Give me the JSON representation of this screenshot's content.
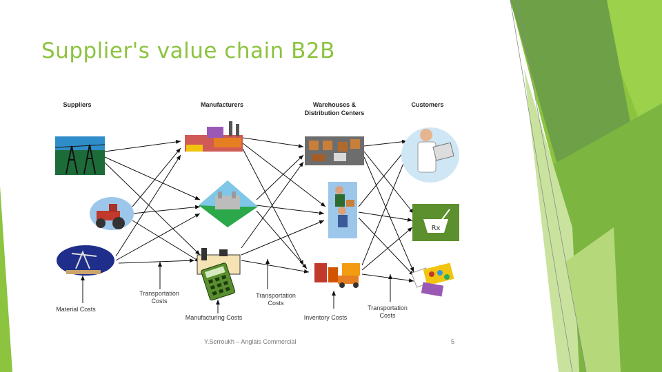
{
  "slide": {
    "title": "Supplier's value chain B2B"
  },
  "diagram": {
    "columns": {
      "suppliers": "Suppliers",
      "manufacturers": "Manufacturers",
      "warehouses": "Warehouses &\nDistribution Centers",
      "customers": "Customers"
    },
    "costs": {
      "material": "Material Costs",
      "transport1": "Transportation\nCosts",
      "manufacturing": "Manufacturing Costs",
      "transport2": "Transportation\nCosts",
      "inventory": "Inventory Costs",
      "transport3": "Transportation\nCosts"
    },
    "rx_symbol": "Rx"
  },
  "footer": {
    "author": "Y.Serroukh – Anglais Commercial",
    "page": "5"
  },
  "colors": {
    "title_green": "#8cc33f",
    "deco_dark": "#6ea047",
    "deco_light": "#c9e39f"
  }
}
